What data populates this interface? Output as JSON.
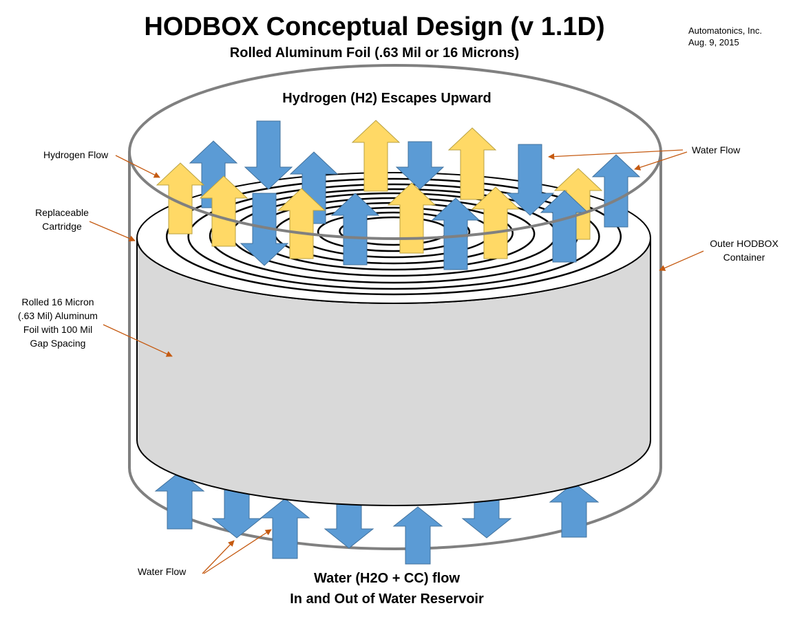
{
  "header": {
    "title": "HODBOX Conceptual Design (v 1.1D)",
    "subtitle": "Rolled Aluminum Foil (.63 Mil or 16 Microns)",
    "company": "Automatonics, Inc.",
    "date": "Aug. 9, 2015"
  },
  "labels": {
    "hydrogen_escapes": "Hydrogen (H2) Escapes Upward",
    "hydrogen_flow": "Hydrogen Flow",
    "water_flow_top": "Water Flow",
    "cartridge_line1": "Replaceable",
    "cartridge_line2": "Cartridge",
    "container_line1": "Outer HODBOX",
    "container_line2": "Container",
    "foil_line1": "Rolled 16 Micron",
    "foil_line2": "(.63 Mil) Aluminum",
    "foil_line3": "Foil with 100 Mil",
    "foil_line4": "Gap Spacing",
    "water_flow_bottom": "Water Flow",
    "reservoir_line1": "Water (H2O + CC) flow",
    "reservoir_line2": "In and Out of Water Reservoir"
  },
  "colors": {
    "water_arrow": "#5b9bd5",
    "hydrogen_arrow": "#ffd966",
    "leader_line": "#c55a11",
    "container_stroke": "#808080",
    "cartridge_fill": "#d9d9d9"
  },
  "icons": [
    "water-up-arrow-icon",
    "water-down-arrow-icon",
    "hydrogen-up-arrow-icon"
  ]
}
